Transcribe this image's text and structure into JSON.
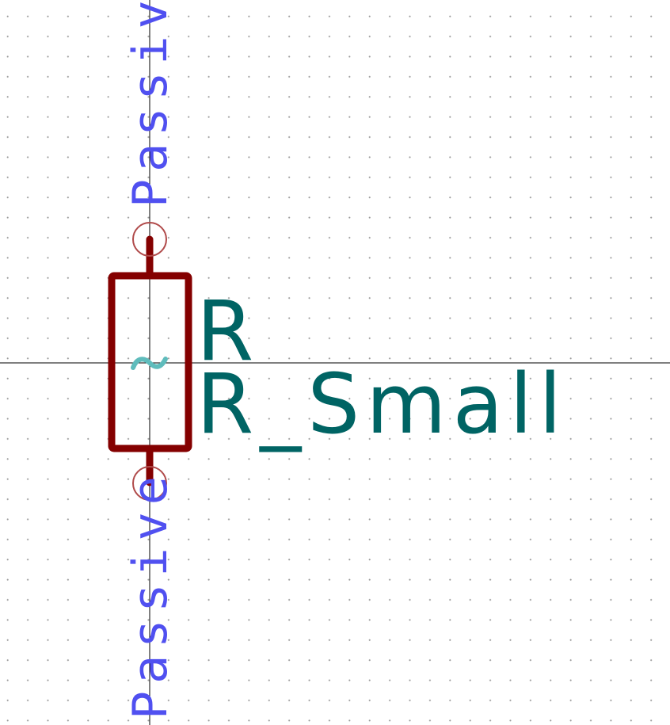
{
  "symbol": {
    "reference": "R",
    "value": "R_Small",
    "pin_top_type": "Passive",
    "pin_bottom_type": "Passive",
    "body_glyph": "~"
  },
  "colors": {
    "background": "#ffffff",
    "grid_dot": "#9a9a9a",
    "axis": "#000000",
    "body": "#840000",
    "pin_circle": "#b04a4a",
    "field_text": "#006464",
    "pin_text": "#5050f0",
    "glyph": "#5fbcbc"
  }
}
